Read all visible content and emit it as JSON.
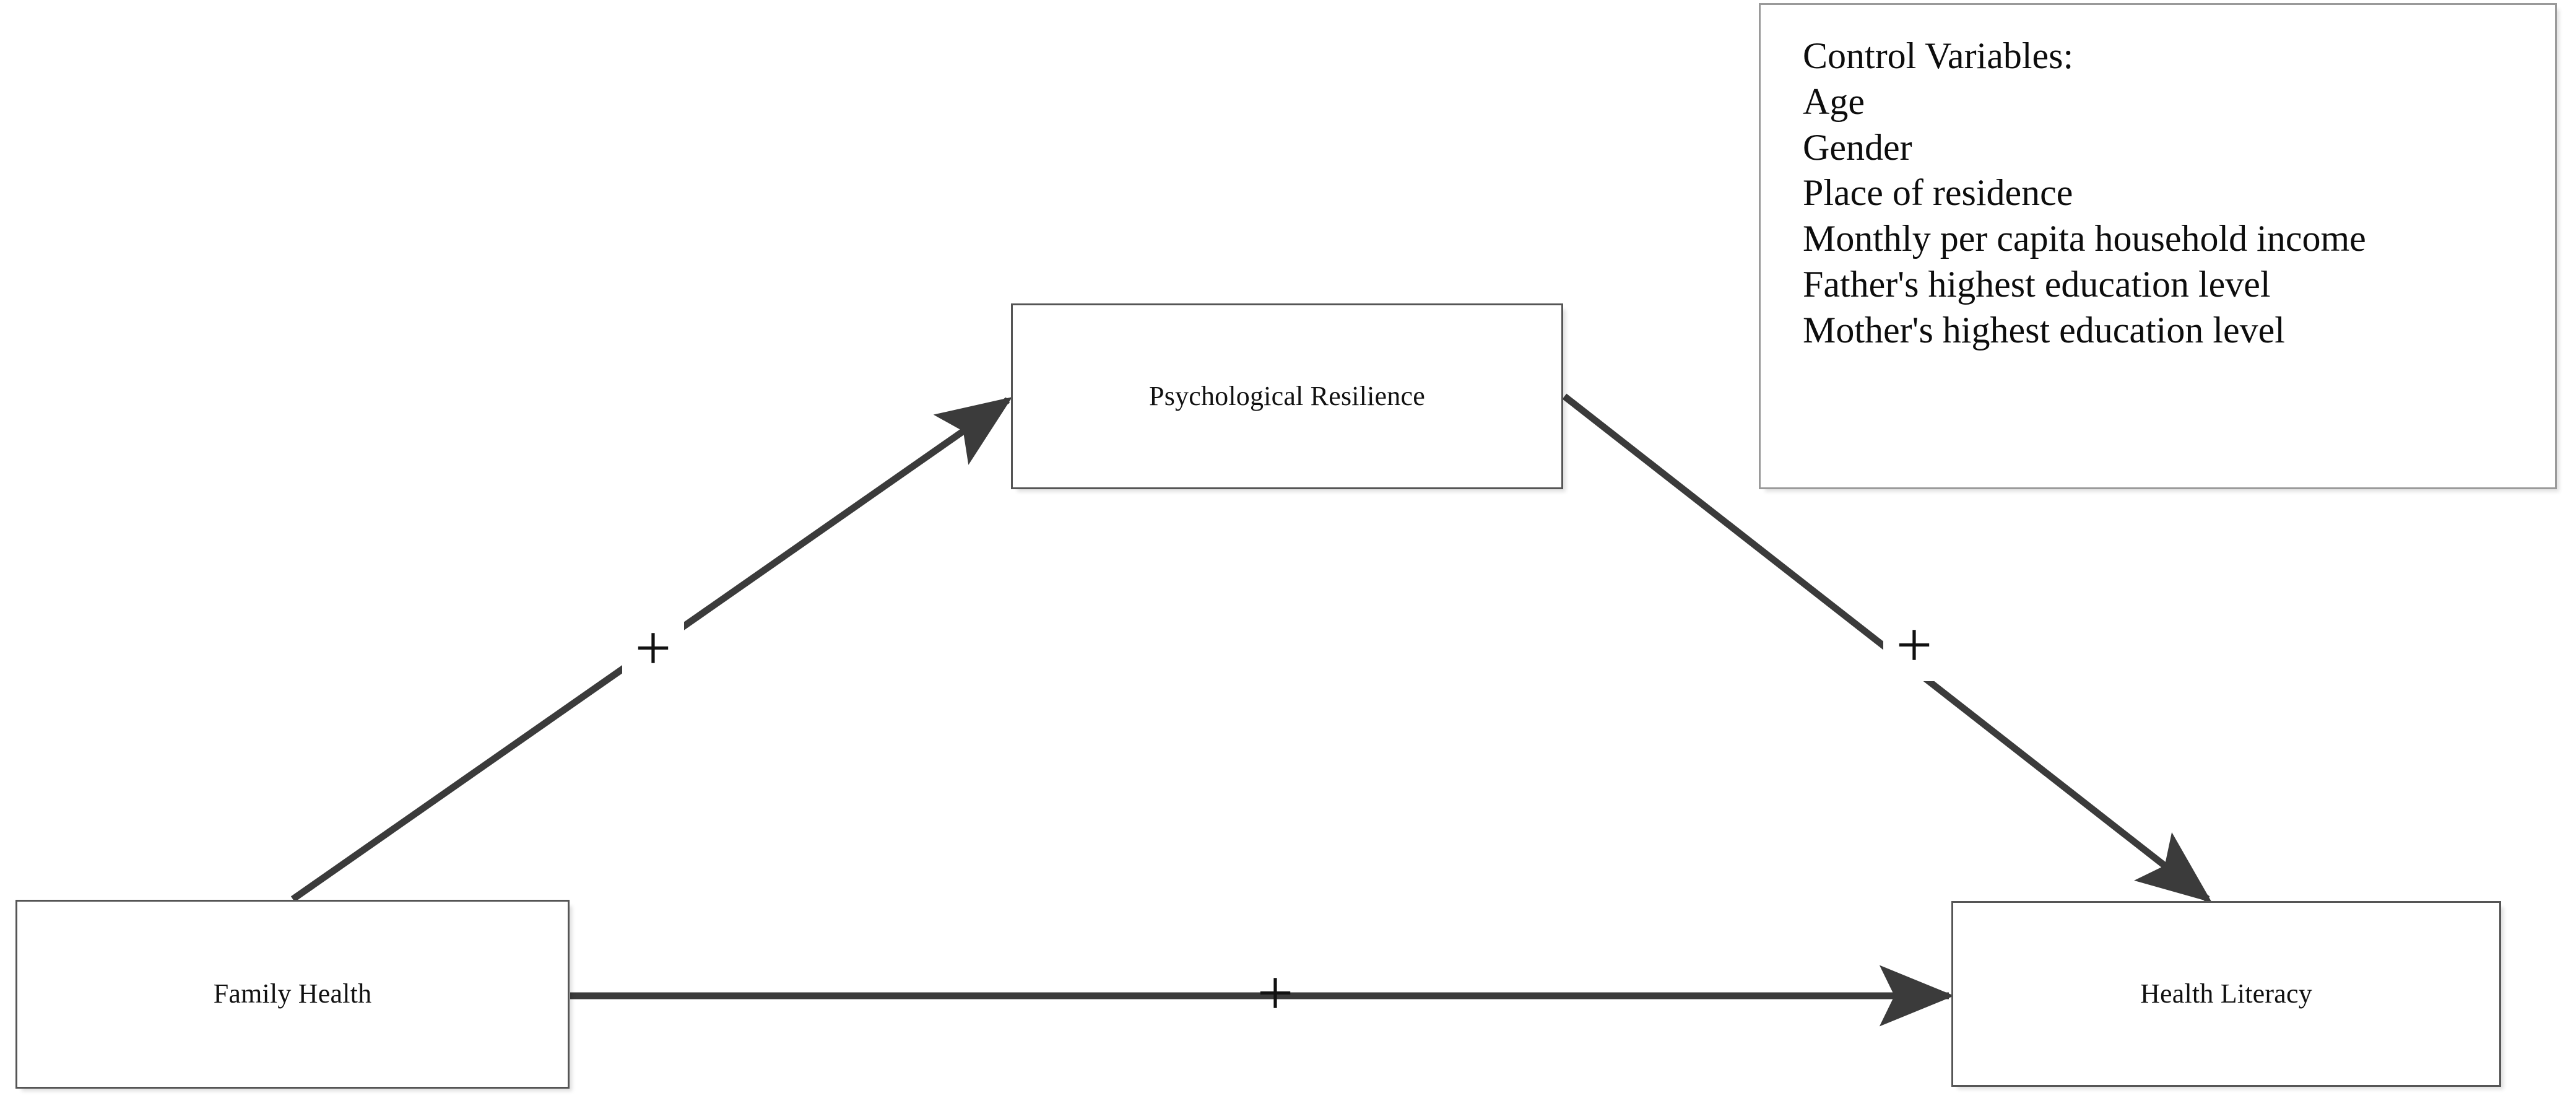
{
  "diagram": {
    "type": "mediation-path-model",
    "nodes": [
      {
        "id": "family-health",
        "label": "Family Health"
      },
      {
        "id": "psychological-resilience",
        "label": "Psychological Resilience"
      },
      {
        "id": "health-literacy",
        "label": "Health Literacy"
      }
    ],
    "edges": [
      {
        "id": "fh-to-pr",
        "from": "Family Health",
        "to": "Psychological Resilience",
        "sign": "+"
      },
      {
        "id": "pr-to-hl",
        "from": "Psychological Resilience",
        "to": "Health Literacy",
        "sign": "+"
      },
      {
        "id": "fh-to-hl",
        "from": "Family Health",
        "to": "Health Literacy",
        "sign": "+"
      }
    ],
    "control_variables": {
      "heading": "Control Variables:",
      "items": [
        "Age",
        "Gender",
        "Place of residence",
        "Monthly per capita household income",
        "Father's highest education level",
        "Mother's highest education level"
      ]
    },
    "colors": {
      "background": "#ffffff",
      "node_border": "#555555",
      "control_box_border": "#9a9a9a",
      "edge_stroke": "#3b3b3b",
      "text": "#111111"
    }
  }
}
